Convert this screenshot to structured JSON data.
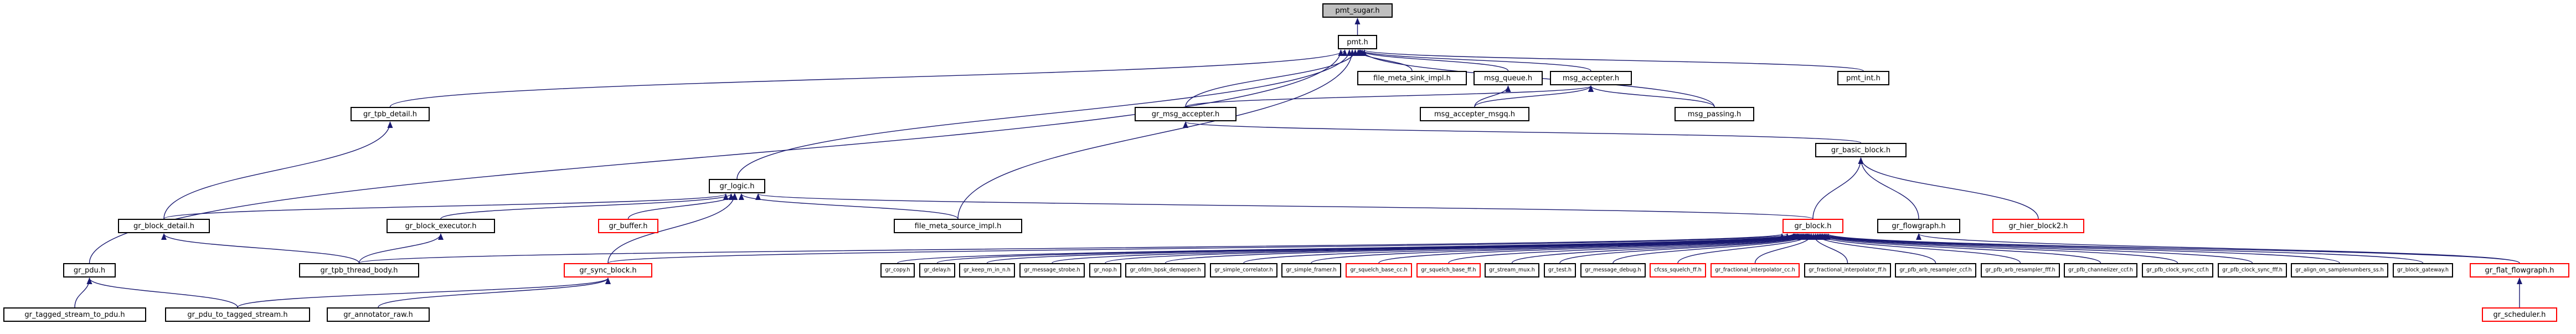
{
  "colors": {
    "edge": "#191970",
    "node_border": "#000000",
    "incomplete_border": "#ff0000",
    "root_fill": "#bfbfbf",
    "node_fill": "#ffffff"
  },
  "nodes": {
    "pmt_sugar": "pmt_sugar.h",
    "pmt": "pmt.h",
    "file_meta_sink_impl": "file_meta_sink_impl.h",
    "msg_queue": "msg_queue.h",
    "msg_accepter": "msg_accepter.h",
    "pmt_int": "pmt_int.h",
    "gr_tpb_detail": "gr_tpb_detail.h",
    "gr_msg_accepter": "gr_msg_accepter.h",
    "msg_accepter_msgq": "msg_accepter_msgq.h",
    "msg_passing": "msg_passing.h",
    "gr_basic_block": "gr_basic_block.h",
    "gr_logic": "gr_logic.h",
    "gr_block_detail": "gr_block_detail.h",
    "gr_block_executor": "gr_block_executor.h",
    "gr_buffer": "gr_buffer.h",
    "file_meta_source_impl": "file_meta_source_impl.h",
    "gr_block": "gr_block.h",
    "gr_flowgraph": "gr_flowgraph.h",
    "gr_hier_block2": "gr_hier_block2.h",
    "gr_pdu": "gr_pdu.h",
    "gr_tpb_thread_body": "gr_tpb_thread_body.h",
    "gr_sync_block": "gr_sync_block.h",
    "gr_copy": "gr_copy.h",
    "gr_delay": "gr_delay.h",
    "gr_keep_m_in_n": "gr_keep_m_in_n.h",
    "gr_message_strobe": "gr_message_strobe.h",
    "gr_nop": "gr_nop.h",
    "gr_ofdm_bpsk_demapper": "gr_ofdm_bpsk_demapper.h",
    "gr_simple_correlator": "gr_simple_correlator.h",
    "gr_simple_framer": "gr_simple_framer.h",
    "gr_squelch_base_cc": "gr_squelch_base_cc.h",
    "gr_squelch_base_ff": "gr_squelch_base_ff.h",
    "gr_stream_mux": "gr_stream_mux.h",
    "gr_test": "gr_test.h",
    "gr_message_debug": "gr_message_debug.h",
    "cfcss_squelch_ff": "cfcss_squelch_ff.h",
    "gr_fractional_interpolator_cc": "gr_fractional_interpolator_cc.h",
    "gr_fractional_interpolator_ff": "gr_fractional_interpolator_ff.h",
    "gr_pfb_arb_resampler_ccf": "gr_pfb_arb_resampler_ccf.h",
    "gr_pfb_arb_resampler_fff": "gr_pfb_arb_resampler_fff.h",
    "gr_pfb_channelizer_ccf": "gr_pfb_channelizer_ccf.h",
    "gr_pfb_clock_sync_ccf": "gr_pfb_clock_sync_ccf.h",
    "gr_pfb_clock_sync_fff": "gr_pfb_clock_sync_fff.h",
    "gr_align_on_samplenumbers_ss": "gr_align_on_samplenumbers_ss.h",
    "gr_block_gateway": "gr_block_gateway.h",
    "gr_flat_flowgraph": "gr_flat_flowgraph.h",
    "gr_scheduler": "gr_scheduler.h",
    "gr_tagged_stream_to_pdu": "gr_tagged_stream_to_pdu.h",
    "gr_pdu_to_tagged_stream": "gr_pdu_to_tagged_stream.h",
    "gr_annotator_raw": "gr_annotator_raw.h"
  }
}
